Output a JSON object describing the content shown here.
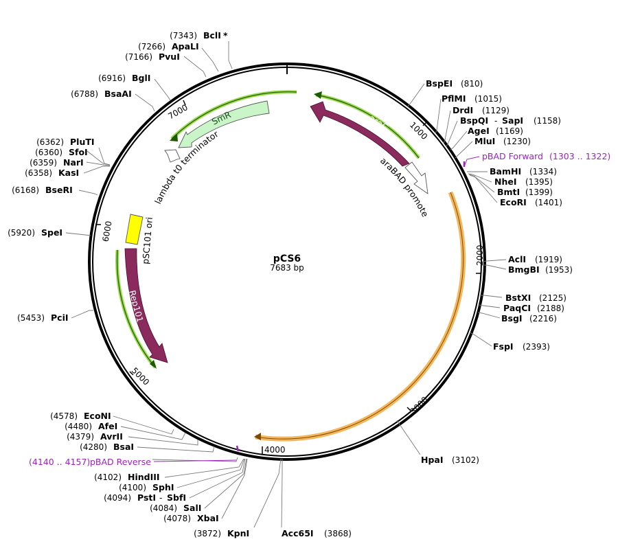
{
  "plasmid": {
    "name": "pCS6",
    "length_label": "7683 bp",
    "length": 7683
  },
  "ticks": [
    {
      "pos": 1000,
      "label": "1000"
    },
    {
      "pos": 2000,
      "label": "2000"
    },
    {
      "pos": 3000,
      "label": "3000"
    },
    {
      "pos": 4000,
      "label": "4000"
    },
    {
      "pos": 5000,
      "label": "5000"
    },
    {
      "pos": 6000,
      "label": "6000"
    },
    {
      "pos": 7000,
      "label": "7000"
    }
  ],
  "features": [
    {
      "id": "araC",
      "label": "araC",
      "color": "#8b2a5c",
      "style": "dark"
    },
    {
      "id": "araBAD",
      "label": "araBAD promoter",
      "color": "#ffffff",
      "style": "outline"
    },
    {
      "id": "orange-orf",
      "label": "",
      "color": "#f5b65b",
      "style": "band"
    },
    {
      "id": "Rep101",
      "label": "Rep101",
      "color": "#8b2a5c",
      "style": "dark"
    },
    {
      "id": "pSC101",
      "label": "pSC101 ori",
      "color": "#ffff00",
      "style": "box"
    },
    {
      "id": "SmR",
      "label": "SmR",
      "color": "#c9f5c9",
      "style": "light"
    },
    {
      "id": "lambda",
      "label": "lambda t0 terminator",
      "color": "#ffffff",
      "style": "outline"
    }
  ],
  "sites": [
    {
      "name": "BclI",
      "pos": "(7343)",
      "suffix": "*",
      "side": "left"
    },
    {
      "name": "ApaLI",
      "pos": "(7266)",
      "side": "left"
    },
    {
      "name": "PvuI",
      "pos": "(7166)",
      "side": "left"
    },
    {
      "name": "BglI",
      "pos": "(6916)",
      "side": "left"
    },
    {
      "name": "BsaAI",
      "pos": "(6788)",
      "side": "left"
    },
    {
      "name": "PluTI",
      "pos": "(6362)",
      "side": "left"
    },
    {
      "name": "SfoI",
      "pos": "(6360)",
      "side": "left"
    },
    {
      "name": "NarI",
      "pos": "(6359)",
      "side": "left"
    },
    {
      "name": "KasI",
      "pos": "(6358)",
      "side": "left"
    },
    {
      "name": "BseRI",
      "pos": "(6168)",
      "side": "left"
    },
    {
      "name": "SpeI",
      "pos": "(5920)",
      "side": "left"
    },
    {
      "name": "PciI",
      "pos": "(5453)",
      "side": "left"
    },
    {
      "name": "EcoNI",
      "pos": "(4578)",
      "side": "left"
    },
    {
      "name": "AfeI",
      "pos": "(4480)",
      "side": "left"
    },
    {
      "name": "AvrII",
      "pos": "(4379)",
      "side": "left"
    },
    {
      "name": "BsaI",
      "pos": "(4280)",
      "side": "left"
    },
    {
      "name": "HindIII",
      "pos": "(4102)",
      "side": "left"
    },
    {
      "name": "SphI",
      "pos": "(4100)",
      "side": "left"
    },
    {
      "name": "PstI",
      "name2": "SbfI",
      "pos": "(4094)",
      "side": "left"
    },
    {
      "name": "SalI",
      "pos": "(4084)",
      "side": "left"
    },
    {
      "name": "XbaI",
      "pos": "(4078)",
      "side": "left"
    },
    {
      "name": "KpnI",
      "pos": "(3872)",
      "side": "left"
    },
    {
      "name": "Acc65I",
      "pos": "(3868)",
      "side": "right"
    },
    {
      "name": "HpaI",
      "pos": "(3102)",
      "side": "right"
    },
    {
      "name": "FspI",
      "pos": "(2393)",
      "side": "right"
    },
    {
      "name": "BsgI",
      "pos": "(2216)",
      "side": "right"
    },
    {
      "name": "PaqCI",
      "pos": "(2188)",
      "side": "right"
    },
    {
      "name": "BstXI",
      "pos": "(2125)",
      "side": "right"
    },
    {
      "name": "BmgBI",
      "pos": "(1953)",
      "side": "right"
    },
    {
      "name": "AclI",
      "pos": "(1919)",
      "side": "right"
    },
    {
      "name": "EcoRI",
      "pos": "(1401)",
      "side": "right"
    },
    {
      "name": "BmtI",
      "pos": "(1399)",
      "side": "right"
    },
    {
      "name": "NheI",
      "pos": "(1395)",
      "side": "right"
    },
    {
      "name": "BamHI",
      "pos": "(1334)",
      "side": "right"
    },
    {
      "name": "MluI",
      "pos": "(1230)",
      "side": "right"
    },
    {
      "name": "AgeI",
      "pos": "(1169)",
      "side": "right"
    },
    {
      "name": "BspQI",
      "name2": "SapI",
      "pos": "(1158)",
      "side": "right"
    },
    {
      "name": "DrdI",
      "pos": "(1129)",
      "side": "right"
    },
    {
      "name": "PflMI",
      "pos": "(1015)",
      "side": "right"
    },
    {
      "name": "BspEI",
      "pos": "(810)",
      "side": "right"
    }
  ],
  "primers": [
    {
      "name": "pBAD Forward",
      "pos": "(1303 .. 1322)"
    },
    {
      "name": "pBAD Reverse",
      "pos": "(4140 .. 4157)"
    }
  ]
}
